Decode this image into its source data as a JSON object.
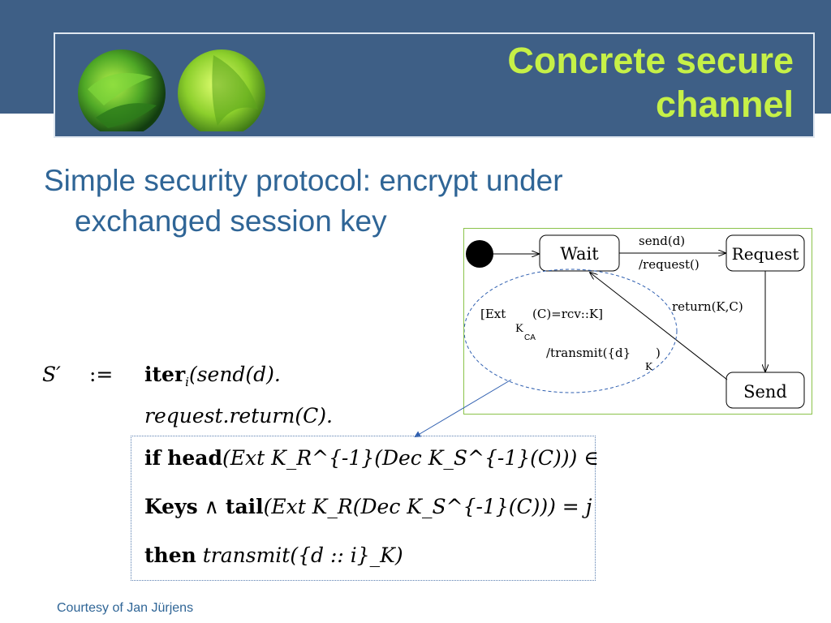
{
  "slide": {
    "title_line1": "Concrete secure",
    "title_line2": "channel",
    "subtitle_line1": "Simple security protocol: encrypt under",
    "subtitle_line2": "exchanged session key",
    "courtesy": "Courtesy of Jan Jürjens"
  },
  "colors": {
    "header_bg": "#3e5f86",
    "title": "#c6f047",
    "text_blue": "#2f6596",
    "diagram_border": "#8bc34a"
  },
  "diagram": {
    "states": [
      "Wait",
      "Request",
      "Send"
    ],
    "t1_line1": "send(d)",
    "t1_line2": "/request()",
    "t2": "return(K,C)",
    "guard_ext": "[Ext",
    "guard_k": "K",
    "guard_ca": "CA",
    "guard_rest": "(C)=rcv::K]",
    "action": "/transmit({d}",
    "action_k": "K",
    "action_close": ")"
  },
  "math": {
    "s_prime": "S′",
    "assign": ":=",
    "line1_bold": "iter",
    "line1_sub": "i",
    "line1_rest": "(send(d).",
    "line2": "request.return(C).",
    "line3_kw": "if",
    "line3_fn": "head",
    "line3_rest": "(Ext K_R^{-1}(Dec K_S^{-1}(C))) ∈",
    "line4_kw": "Keys",
    "line4_and": "∧",
    "line4_fn": "tail",
    "line4_rest": "(Ext K_R(Dec K_S^{-1}(C))) = j",
    "line5_kw": "then",
    "line5_rest": "transmit({d :: i}_K)"
  }
}
